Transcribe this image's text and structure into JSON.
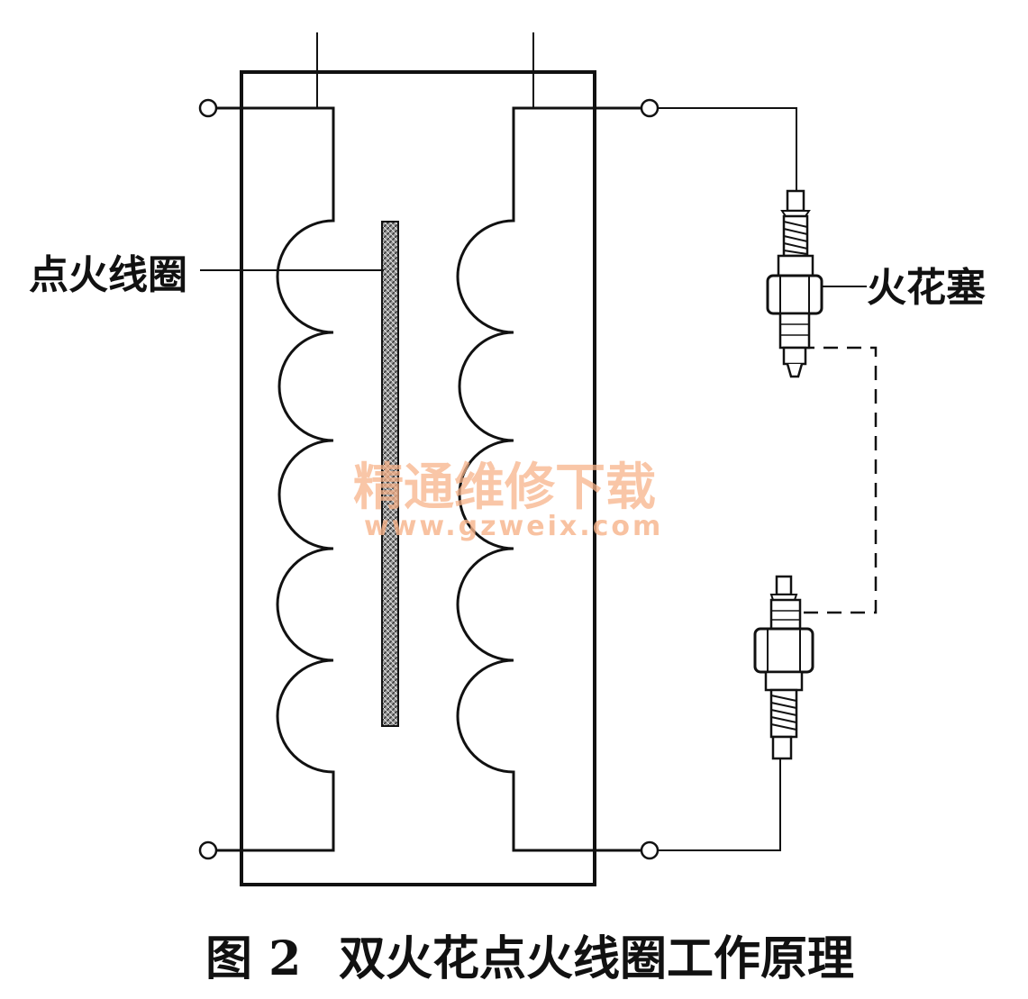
{
  "labels": {
    "coil": "点火线圈",
    "spark_plug": "火花塞"
  },
  "caption": {
    "figure_no": "图 2",
    "title": "双火花点火线圈工作原理"
  },
  "watermark": {
    "line1": "精通维修下载",
    "line2": "www.gzweix.com"
  },
  "colors": {
    "line": "#111111",
    "watermark": "#f7b38a"
  }
}
